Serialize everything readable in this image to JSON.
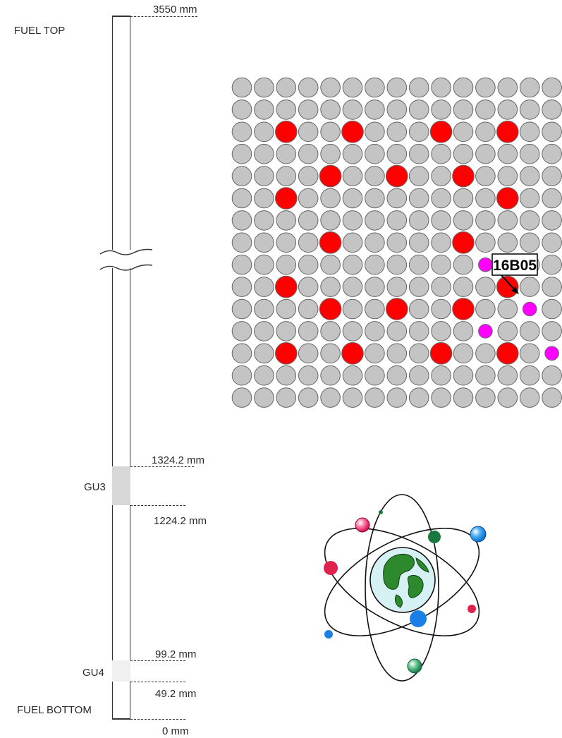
{
  "rod_diagram": {
    "top_label": "FUEL TOP",
    "bottom_label": "FUEL BOTTOM",
    "gu3_label": "GU3",
    "gu4_label": "GU4",
    "marks": {
      "top": "3550 mm",
      "gu3_upper": "1324.2 mm",
      "gu3_lower": "1224.2 mm",
      "gu4_upper": "99.2 mm",
      "gu4_lower": "49.2 mm",
      "bottom": "0 mm"
    }
  },
  "assembly_map": {
    "rows": 15,
    "cols": 15,
    "colors": {
      "normal": "#c4c4c4",
      "guide": "#ff0000",
      "selected": "#ff00ff",
      "outline": "#666666"
    },
    "red_positions": [
      [
        2,
        2
      ],
      [
        2,
        5
      ],
      [
        2,
        9
      ],
      [
        2,
        12
      ],
      [
        4,
        4
      ],
      [
        4,
        7
      ],
      [
        4,
        10
      ],
      [
        5,
        2
      ],
      [
        5,
        12
      ],
      [
        7,
        4
      ],
      [
        7,
        10
      ],
      [
        9,
        2
      ],
      [
        9,
        12
      ],
      [
        10,
        4
      ],
      [
        10,
        7
      ],
      [
        10,
        10
      ],
      [
        12,
        2
      ],
      [
        12,
        5
      ],
      [
        12,
        9
      ],
      [
        12,
        12
      ]
    ],
    "magenta_positions": [
      [
        8,
        11
      ],
      [
        10,
        13
      ],
      [
        11,
        11
      ],
      [
        12,
        14
      ]
    ],
    "callout_label": "16B05"
  },
  "logo": {
    "colors": {
      "land": "#2c8a2c",
      "ocean": "#d6f1f4",
      "orbit": "#111111"
    }
  }
}
